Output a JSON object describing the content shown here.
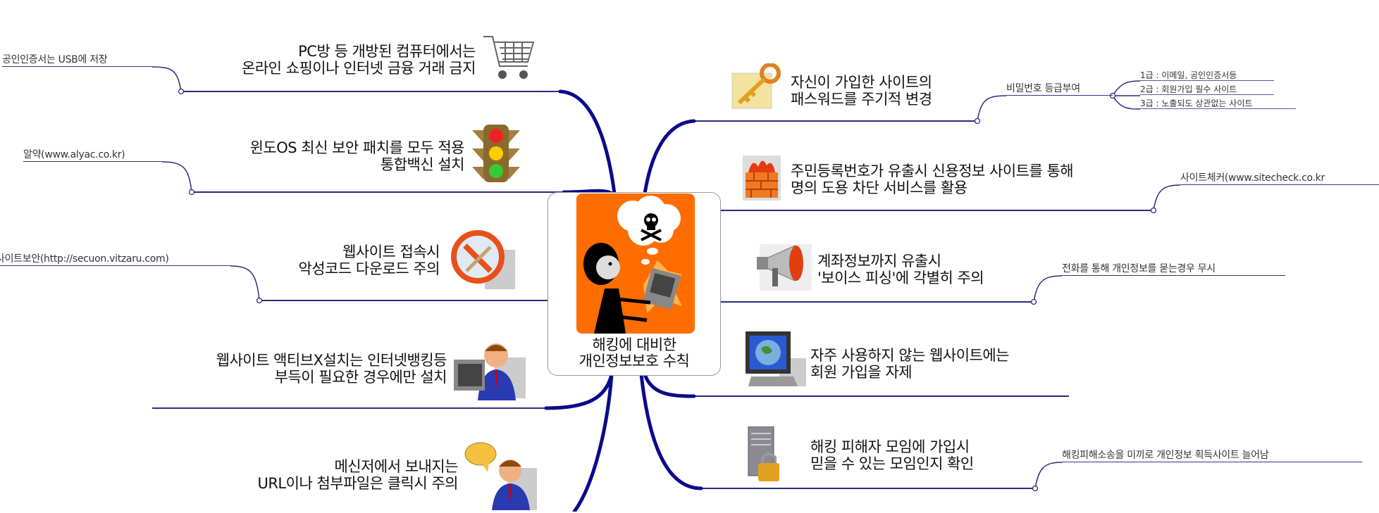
{
  "center": {
    "title_line1": "해킹에 대비한",
    "title_line2": "개인정보보호 수칙",
    "icon": "hacker-woman-laptop-skull-thought"
  },
  "left_branches": [
    {
      "lines": [
        "PC방 등 개방된 컴퓨터에서는",
        "온라인 쇼핑이나 인터넷 금융 거래 금지"
      ],
      "icon": "shopping-cart-icon",
      "sub": "공인인증서는 USB에 저장"
    },
    {
      "lines": [
        "윈도OS 최신 보안 패치를 모두 적용",
        "통합백신 설치"
      ],
      "icon": "traffic-light-icon",
      "sub": "알약(www.alyac.co.kr)"
    },
    {
      "lines": [
        "웹사이트 접속시",
        "악성코드 다운로드 주의"
      ],
      "icon": "no-smoking-icon",
      "sub": "사이트보안(http://secuon.vitzaru.com)"
    },
    {
      "lines": [
        "웹사이트 액티브X설치는 인터넷뱅킹등",
        "부득이 필요한 경우에만 설치"
      ],
      "icon": "user-computer-icon"
    },
    {
      "lines": [
        "메신저에서 보내지는",
        "URL이나 첨부파일은 클릭시 주의"
      ],
      "icon": "user-chat-icon"
    }
  ],
  "right_branches": [
    {
      "lines": [
        "자신이 가입한 사이트의",
        "패스워드를 주기적 변경"
      ],
      "icon": "key-icon",
      "sub": "비밀번호 등급부여",
      "subsub": [
        "1급 : 이메일, 공인인증서등",
        "2급 : 회원가입 필수 사이트",
        "3급 : 노출되도 상관없는 사이트"
      ]
    },
    {
      "lines": [
        "주민등록번호가 유출시 신용정보 사이트를 통해",
        "명의 도용 차단 서비스를 활용"
      ],
      "icon": "firewall-icon",
      "sub": "사이트체커(www.sitecheck.co.kr"
    },
    {
      "lines": [
        "계좌정보까지 유출시",
        "'보이스 피싱'에 각별히 주의"
      ],
      "icon": "megaphone-icon",
      "sub": "전화를 통해 개인정보를 묻는경우 무시"
    },
    {
      "lines": [
        "자주 사용하지 않는 웹사이트에는",
        "회원 가입을 자제"
      ],
      "icon": "globe-monitor-icon"
    },
    {
      "lines": [
        "해킹 피해자 모임에 가입시",
        "믿을 수 있는 모임인지 확인"
      ],
      "icon": "server-lock-icon",
      "sub": "해킹피해소송을 미끼로 개인정보 획득사이트 늘어남"
    }
  ],
  "colors": {
    "trunk": "#0a0a8a",
    "branch": "#2b2b80",
    "center_orange": "#ff6c00"
  }
}
